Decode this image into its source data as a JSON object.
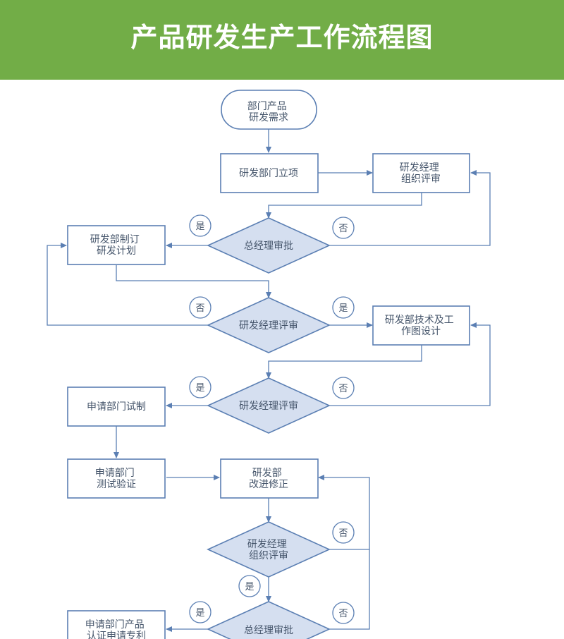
{
  "title": "产品研发生产工作流程图",
  "colors": {
    "header_bg": "#72ad47",
    "stroke": "#5b7fb3",
    "diamond_fill": "#d5dff0",
    "text": "#44546a"
  },
  "nodes": {
    "start": [
      "部门产品",
      "研发需求"
    ],
    "lixiang": [
      "研发部门立项"
    ],
    "review1": [
      "研发经理",
      "组织评审"
    ],
    "gm1": [
      "总经理审批"
    ],
    "plan": [
      "研发部制订",
      "研发计划"
    ],
    "dm_review1": [
      "研发经理评审"
    ],
    "tech": [
      "研发部技术及工",
      "作图设计"
    ],
    "dm_review2": [
      "研发经理评审"
    ],
    "trial": [
      "申请部门试制"
    ],
    "test": [
      "申请部门",
      "测试验证"
    ],
    "improve": [
      "研发部",
      "改进修正"
    ],
    "review2": [
      "研发经理",
      "组织评审"
    ],
    "gm2": [
      "总经理审批"
    ],
    "patent": [
      "申请部门产品",
      "认证申请专利"
    ]
  },
  "branch_labels": {
    "gm1_yes": "是",
    "gm1_no": "否",
    "dm1_yes": "是",
    "dm1_no": "否",
    "dm2_yes": "是",
    "dm2_no": "否",
    "review2_yes": "是",
    "review2_no": "否",
    "gm2_yes": "是",
    "gm2_no": "否"
  }
}
